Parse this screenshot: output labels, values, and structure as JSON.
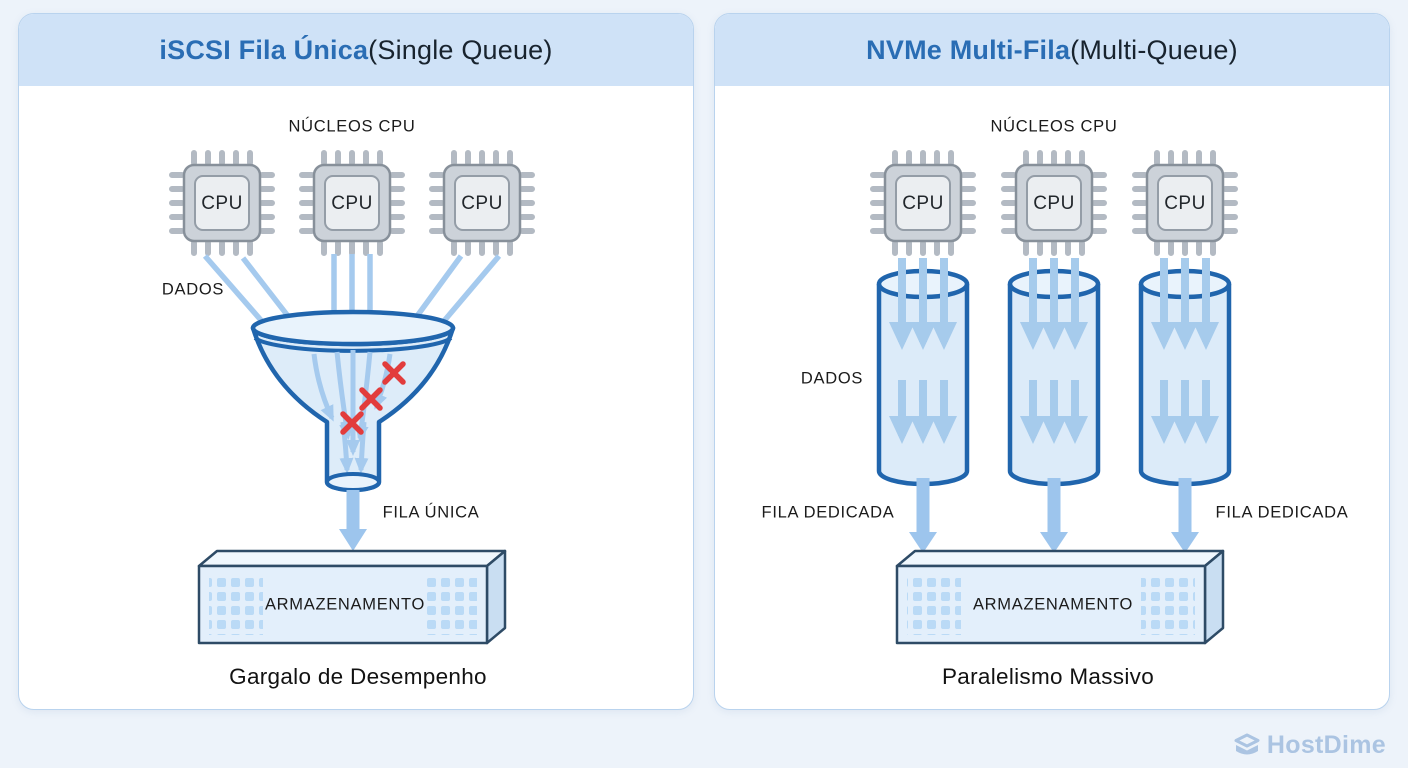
{
  "page": {
    "background_color": "#edf3fa"
  },
  "branding": {
    "logo_text": "HostDime",
    "logo_color": "#abc4e2"
  },
  "colors": {
    "accent_blue": "#2a6db4",
    "outline_blue": "#2065ad",
    "arrow_blue": "#a5caee",
    "header_band": "#cfe2f7",
    "error_red": "#e23c3c"
  },
  "panels": {
    "left": {
      "title_highlight": "iSCSI Fila Única",
      "title_rest": " (Single Queue)",
      "cpu_section_label": "NÚCLEOS CPU",
      "cpu_labels": [
        "CPU",
        "CPU",
        "CPU"
      ],
      "data_label": "DADOS",
      "queue_label": "FILA ÚNICA",
      "storage_label": "ARMAZENAMENTO",
      "caption": "Gargalo de Desempenho"
    },
    "right": {
      "title_highlight": "NVMe Multi-Fila",
      "title_rest": " (Multi-Queue)",
      "cpu_section_label": "NÚCLEOS CPU",
      "cpu_labels": [
        "CPU",
        "CPU",
        "CPU"
      ],
      "data_label": "DADOS",
      "queue_labels": [
        "FILA DEDICADA",
        "FILA DEDICADA"
      ],
      "storage_label": "ARMAZENAMENTO",
      "caption": "Paralelismo Massivo"
    }
  }
}
